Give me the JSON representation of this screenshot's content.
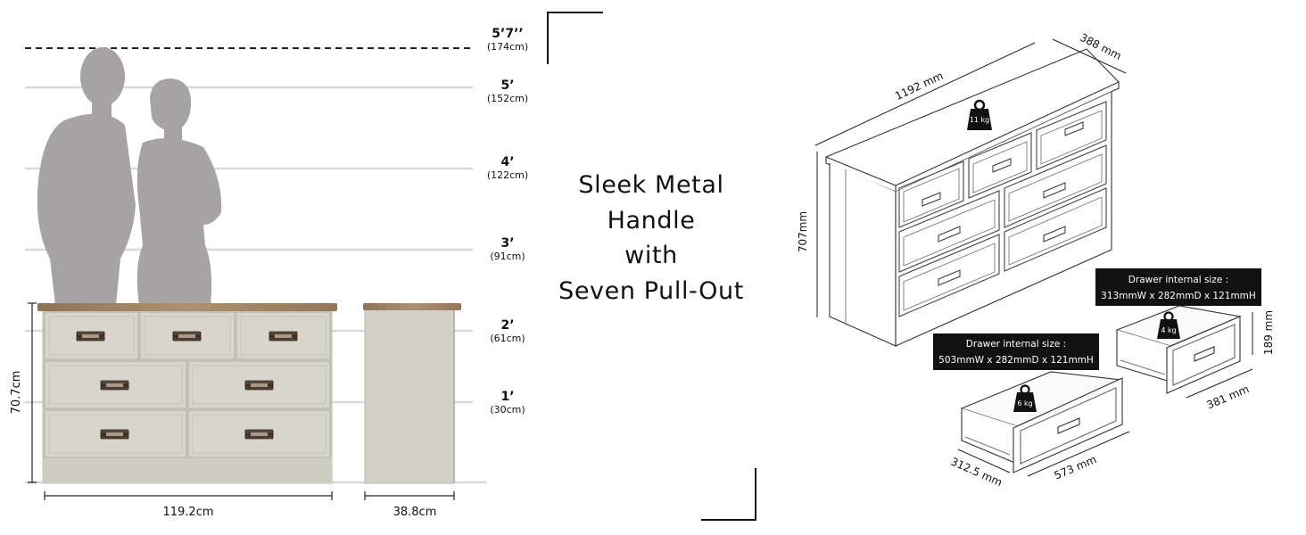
{
  "height_scale": [
    {
      "ft": "5’7’’",
      "cm": "(174cm)",
      "dashed": true
    },
    {
      "ft": "5’",
      "cm": "(152cm)"
    },
    {
      "ft": "4’",
      "cm": "(122cm)"
    },
    {
      "ft": "3’",
      "cm": "(91cm)"
    },
    {
      "ft": "2’",
      "cm": "(61cm)"
    },
    {
      "ft": "1’",
      "cm": "(30cm)"
    }
  ],
  "front_view": {
    "height": "70.7cm",
    "width": "119.2cm"
  },
  "side_view": {
    "depth": "38.8cm"
  },
  "headline": [
    "Sleek Metal",
    "Handle",
    "with",
    "Seven Pull-Out"
  ],
  "iso": {
    "width": "1192 mm",
    "depth": "388 mm",
    "height": "707mm",
    "top_load": "11 kg"
  },
  "small_drawer": {
    "caption_title": "Drawer internal size :",
    "caption_dims": "313mmW x 282mmD x 121mmH",
    "load": "4 kg",
    "height": "189 mm",
    "depth": "381 mm"
  },
  "large_drawer": {
    "caption_title": "Drawer internal size :",
    "caption_dims": "503mmW x 282mmD x 121mmH",
    "load": "6 kg",
    "width": "573 mm",
    "depth": "312.5 mm"
  },
  "colors": {
    "silhouette": "#a7a2a4",
    "body": "#d3d0c7",
    "wood_top": "#a08568",
    "handle": "#4b3b30",
    "label_bg": "#111111"
  }
}
